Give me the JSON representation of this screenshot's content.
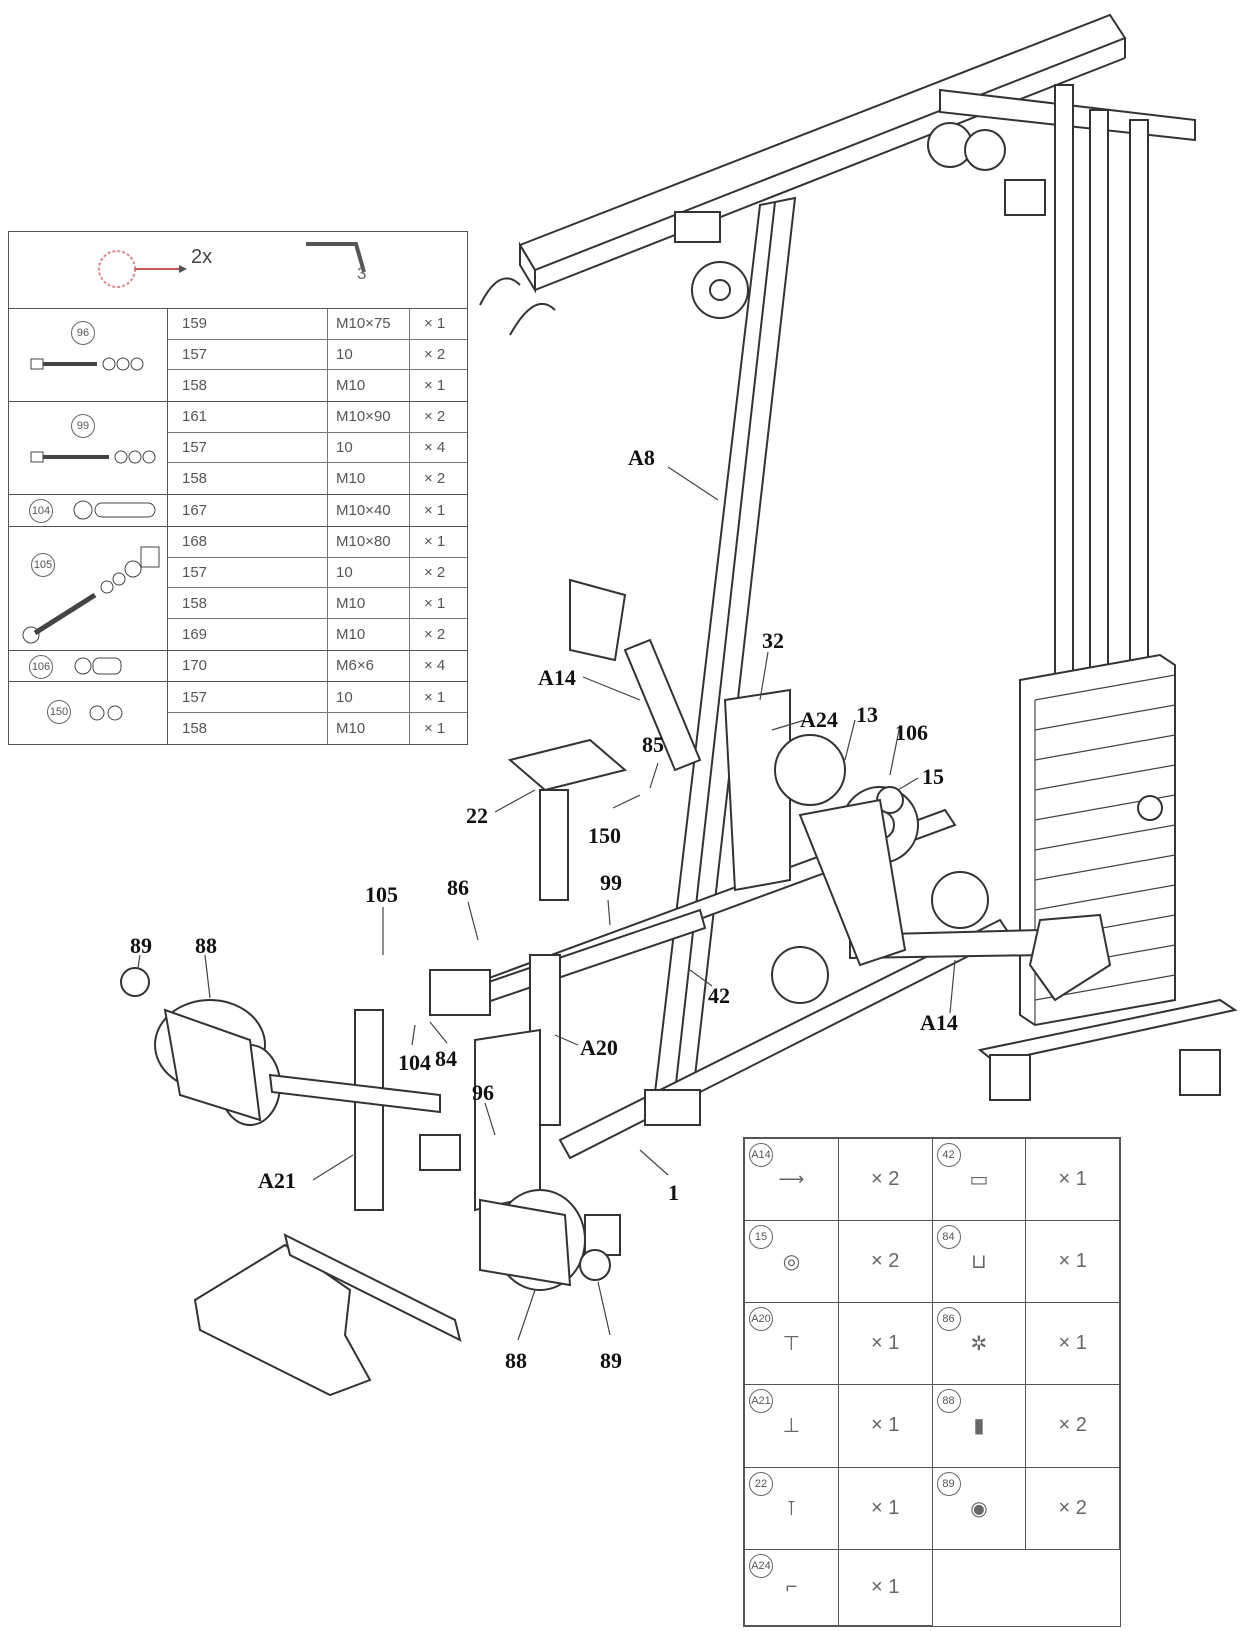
{
  "hardware": {
    "tool_count": "2x",
    "wrench_size": "3",
    "groups": [
      {
        "id": "96",
        "rows": [
          {
            "part": "159",
            "size": "M10×75",
            "qty": "× 1"
          },
          {
            "part": "157",
            "size": "10",
            "qty": "× 2"
          },
          {
            "part": "158",
            "size": "M10",
            "qty": "× 1"
          }
        ]
      },
      {
        "id": "99",
        "rows": [
          {
            "part": "161",
            "size": "M10×90",
            "qty": "× 2"
          },
          {
            "part": "157",
            "size": "10",
            "qty": "× 4"
          },
          {
            "part": "158",
            "size": "M10",
            "qty": "× 2"
          }
        ]
      },
      {
        "id": "104",
        "rows": [
          {
            "part": "167",
            "size": "M10×40",
            "qty": "× 1"
          }
        ]
      },
      {
        "id": "105",
        "rows": [
          {
            "part": "168",
            "size": "M10×80",
            "qty": "× 1"
          },
          {
            "part": "157",
            "size": "10",
            "qty": "× 2"
          },
          {
            "part": "158",
            "size": "M10",
            "qty": "× 1"
          },
          {
            "part": "169",
            "size": "M10",
            "qty": "× 2"
          }
        ]
      },
      {
        "id": "106",
        "rows": [
          {
            "part": "170",
            "size": "M6×6",
            "qty": "× 4"
          }
        ]
      },
      {
        "id": "150",
        "rows": [
          {
            "part": "157",
            "size": "10",
            "qty": "× 1"
          },
          {
            "part": "158",
            "size": "M10",
            "qty": "× 1"
          }
        ]
      }
    ]
  },
  "parts": [
    {
      "left_id": "A14",
      "left_qty": "× 2",
      "right_id": "42",
      "right_qty": "× 1"
    },
    {
      "left_id": "15",
      "left_qty": "× 2",
      "right_id": "84",
      "right_qty": "× 1"
    },
    {
      "left_id": "A20",
      "left_qty": "× 1",
      "right_id": "86",
      "right_qty": "× 1"
    },
    {
      "left_id": "A21",
      "left_qty": "× 1",
      "right_id": "88",
      "right_qty": "× 2"
    },
    {
      "left_id": "22",
      "left_qty": "× 1",
      "right_id": "89",
      "right_qty": "× 2"
    },
    {
      "left_id": "A24",
      "left_qty": "× 1",
      "right_id": "",
      "right_qty": ""
    }
  ],
  "labels": {
    "a8": "A8",
    "a14_top": "A14",
    "a14_bottom": "A14",
    "p32": "32",
    "a24": "A24",
    "p13": "13",
    "p106": "106",
    "p15": "15",
    "p85": "85",
    "p150": "150",
    "p22": "22",
    "p105": "105",
    "p86": "86",
    "p99": "99",
    "p42": "42",
    "p89_left": "89",
    "p88_left": "88",
    "p104": "104",
    "p84": "84",
    "a20": "A20",
    "p96": "96",
    "a21": "A21",
    "p1": "1",
    "p88_bottom": "88",
    "p89_bottom": "89"
  }
}
